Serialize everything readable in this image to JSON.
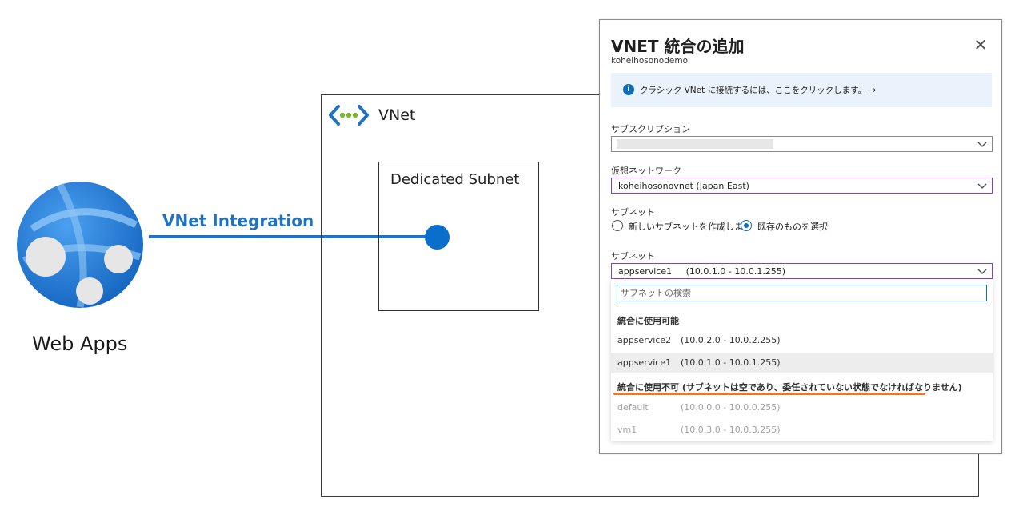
{
  "diagram": {
    "webapp_label": "Web Apps",
    "connection_label": "VNet Integration",
    "vnet_title": "VNet",
    "subnet_title": "Dedicated Subnet"
  },
  "panel": {
    "title": "VNET 統合の追加",
    "subtitle": "koheihosonodemo",
    "close_icon": "close-icon",
    "info": {
      "icon": "info-icon",
      "text": "クラシック VNet に接続するには、ここをクリックします。 →"
    },
    "subscription": {
      "label": "サブスクリプション",
      "value": ""
    },
    "vnet": {
      "label": "仮想ネットワーク",
      "value": "koheihosonovnet (Japan East)"
    },
    "subnet_mode": {
      "label": "サブネット",
      "options": [
        "新しいサブネットを作成します",
        "既存のものを選択"
      ],
      "selected": "既存のものを選択"
    },
    "subnet": {
      "label": "サブネット",
      "value": "appservice1     (10.0.1.0 - 10.0.1.255)",
      "search_placeholder": "サブネットの検索",
      "groups": {
        "available": "統合に使用可能",
        "unavailable": "統合に使用不可 (サブネットは空であり、委任されていない状態でなければなりません)"
      },
      "options": [
        {
          "name": "appservice2",
          "range": "(10.0.2.0 - 10.0.2.255)",
          "state": "available"
        },
        {
          "name": "appservice1",
          "range": "(10.0.1.0 - 10.0.1.255)",
          "state": "selected"
        },
        {
          "name": "default",
          "range": "(10.0.0.0 - 10.0.0.255)",
          "state": "disabled"
        },
        {
          "name": "vm1",
          "range": "(10.0.3.0 - 10.0.3.255)",
          "state": "disabled"
        }
      ]
    }
  },
  "colors": {
    "azure_blue": "#1f73c1",
    "focus_purple": "#8a3fc0",
    "highlight_orange": "#f0742a",
    "info_bg": "#eaf2fb"
  }
}
